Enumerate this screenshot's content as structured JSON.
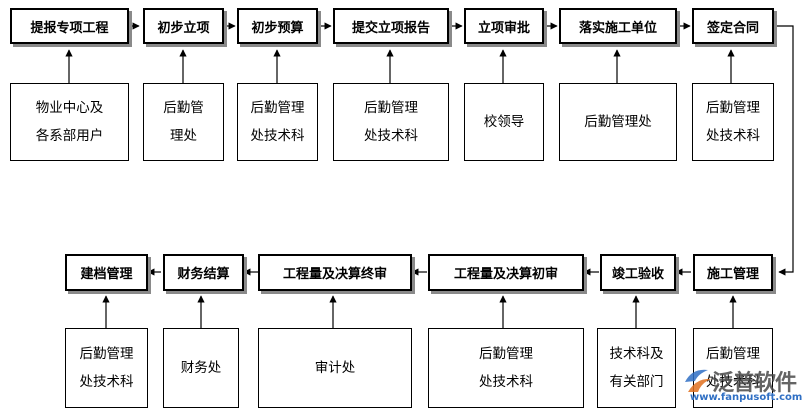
{
  "row1": {
    "steps": [
      "提报专项工程",
      "初步立项",
      "初步预算",
      "提交立项报告",
      "立项审批",
      "落实施工单位",
      "签定合同"
    ],
    "owners": [
      "物业中心及\n各系部用户",
      "后勤管\n理处",
      "后勤管理\n处技术科",
      "后勤管理\n处技术科",
      "校领导",
      "后勤管理处",
      "后勤管理\n处技术科"
    ]
  },
  "row2": {
    "steps": [
      "建档管理",
      "财务结算",
      "工程量及决算终审",
      "工程量及决算初审",
      "竣工验收",
      "施工管理"
    ],
    "owners": [
      "后勤管理\n处技术科",
      "财务处",
      "审计处",
      "后勤管理\n处技术科",
      "技术科及\n有关部门",
      "后勤管理\n处技术科"
    ]
  },
  "watermark": {
    "brand": "泛普软件",
    "url": "www.fanpusoft.com"
  }
}
